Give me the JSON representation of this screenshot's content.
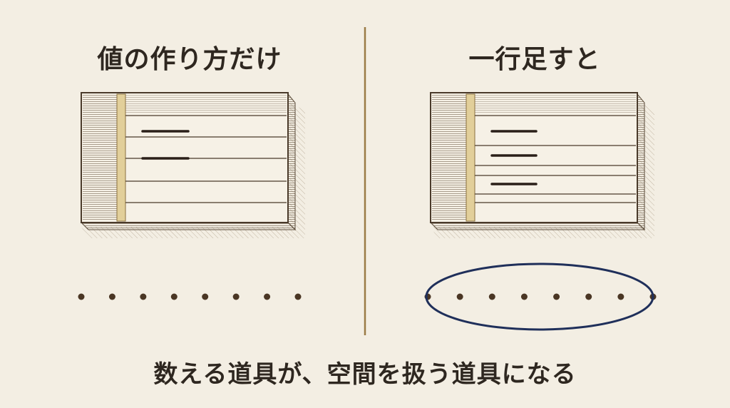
{
  "left_panel": {
    "title": "値の作り方だけ",
    "notebook": {
      "ruled_line_count": 5,
      "written_line_count": 2
    },
    "dot_count": 8
  },
  "right_panel": {
    "title": "一行足すと",
    "notebook": {
      "ruled_line_count": 6,
      "written_line_count": 3
    },
    "dot_count": 8,
    "dots_enclosed": true
  },
  "caption": "数える道具が、空間を扱う道具になる",
  "colors": {
    "background": "#f3eee3",
    "ink": "#2e2720",
    "divider": "#9a7a45",
    "ellipse": "#1f2f5a",
    "dot": "#4a3624",
    "paper": "#f6f1e6",
    "margin_stripe": "#e2cf9a"
  }
}
